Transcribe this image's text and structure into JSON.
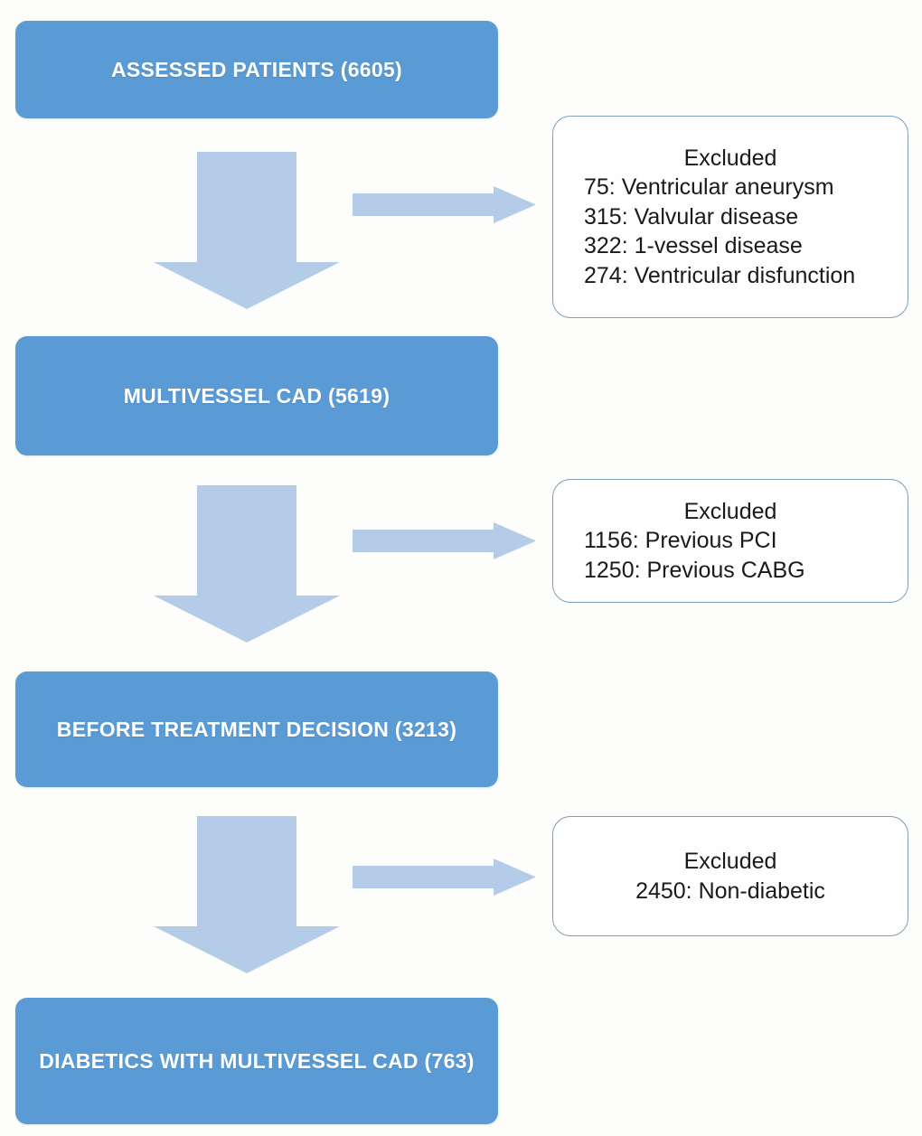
{
  "figure": {
    "type": "flowchart",
    "orientation": "vertical",
    "colors": {
      "stage_fill": "#5B9BD5",
      "stage_text": "#FFFFFF",
      "arrow_fill": "#B4CCE8",
      "excluded_border": "#7B9FBD",
      "excluded_fill": "#FEFEFF",
      "excluded_text": "#1A1A1A",
      "background": "#FDFDFB"
    }
  },
  "stages": [
    {
      "id": "assessed",
      "label": "ASSESSED PATIENTS (6605)",
      "count": 6605
    },
    {
      "id": "multivessel",
      "label": "MULTIVESSEL CAD (5619)",
      "count": 5619
    },
    {
      "id": "before_decision",
      "label": "BEFORE TREATMENT DECISION (3213)",
      "count": 3213
    },
    {
      "id": "diabetics",
      "label": "DIABETICS WITH MULTIVESSEL CAD (763)",
      "count": 763
    }
  ],
  "exclusions": [
    {
      "id": "exclusion-1",
      "title": "Excluded",
      "align": "left",
      "items": [
        "75: Ventricular aneurysm",
        "315: Valvular disease",
        "322: 1-vessel disease",
        "274: Ventricular disfunction"
      ]
    },
    {
      "id": "exclusion-2",
      "title": "Excluded",
      "align": "left",
      "items": [
        "1156: Previous PCI",
        "1250: Previous CABG"
      ]
    },
    {
      "id": "exclusion-3",
      "title": "Excluded",
      "align": "center",
      "items": [
        "2450: Non-diabetic"
      ]
    }
  ],
  "arrows": {
    "down_icon": "arrow-down-block-icon",
    "right_icon": "arrow-right-block-icon",
    "count_down": 3,
    "count_right": 3
  }
}
